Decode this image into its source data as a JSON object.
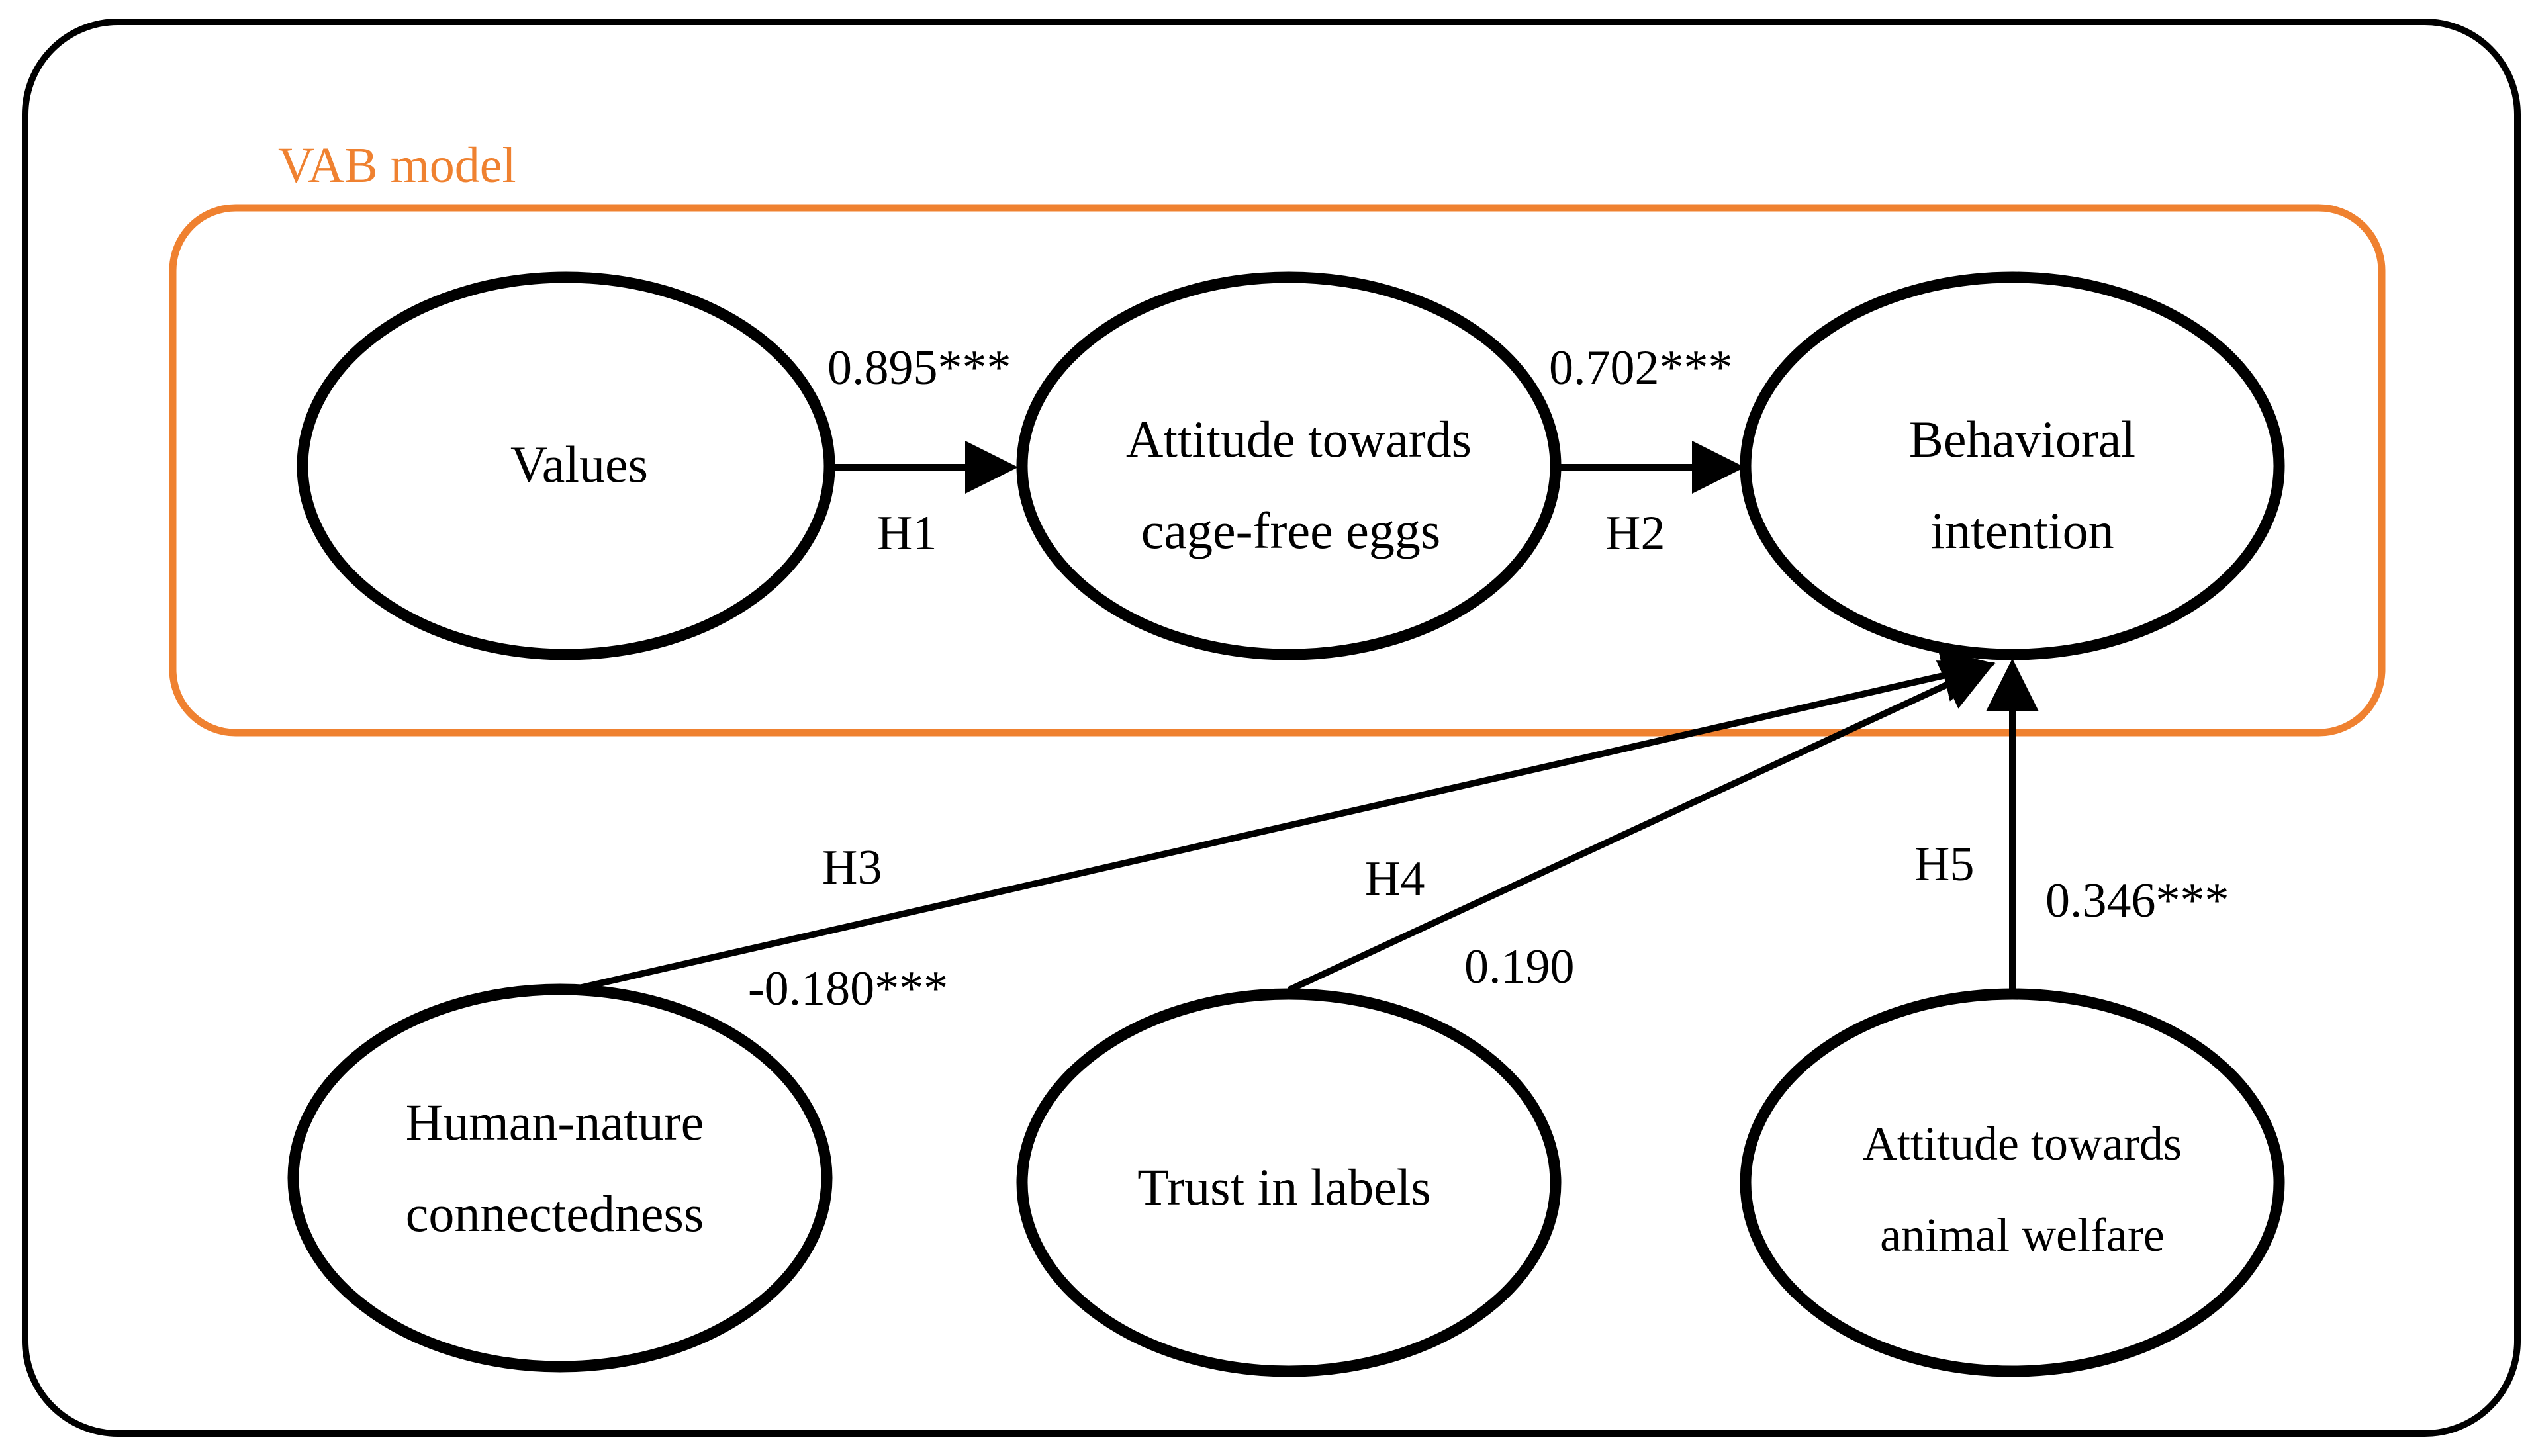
{
  "model_box": {
    "title": "VAB model",
    "color": "#ef8130"
  },
  "nodes": {
    "values": {
      "lines": [
        "Values"
      ]
    },
    "attitude_cage_free": {
      "lines": [
        "Attitude towards",
        "cage-free eggs"
      ]
    },
    "behavioral_intention": {
      "lines": [
        "Behavioral",
        "intention"
      ]
    },
    "human_nature": {
      "lines": [
        "Human-nature",
        "connectedness"
      ]
    },
    "trust_labels": {
      "lines": [
        "Trust in labels"
      ]
    },
    "attitude_animal_welfare": {
      "lines": [
        "Attitude towards",
        "animal welfare"
      ]
    }
  },
  "edges": {
    "h1": {
      "hypothesis": "H1",
      "coefficient": "0.895***"
    },
    "h2": {
      "hypothesis": "H2",
      "coefficient": "0.702***"
    },
    "h3": {
      "hypothesis": "H3",
      "coefficient": "-0.180***"
    },
    "h4": {
      "hypothesis": "H4",
      "coefficient": "0.190"
    },
    "h5": {
      "hypothesis": "H5",
      "coefficient": "0.346***"
    }
  }
}
